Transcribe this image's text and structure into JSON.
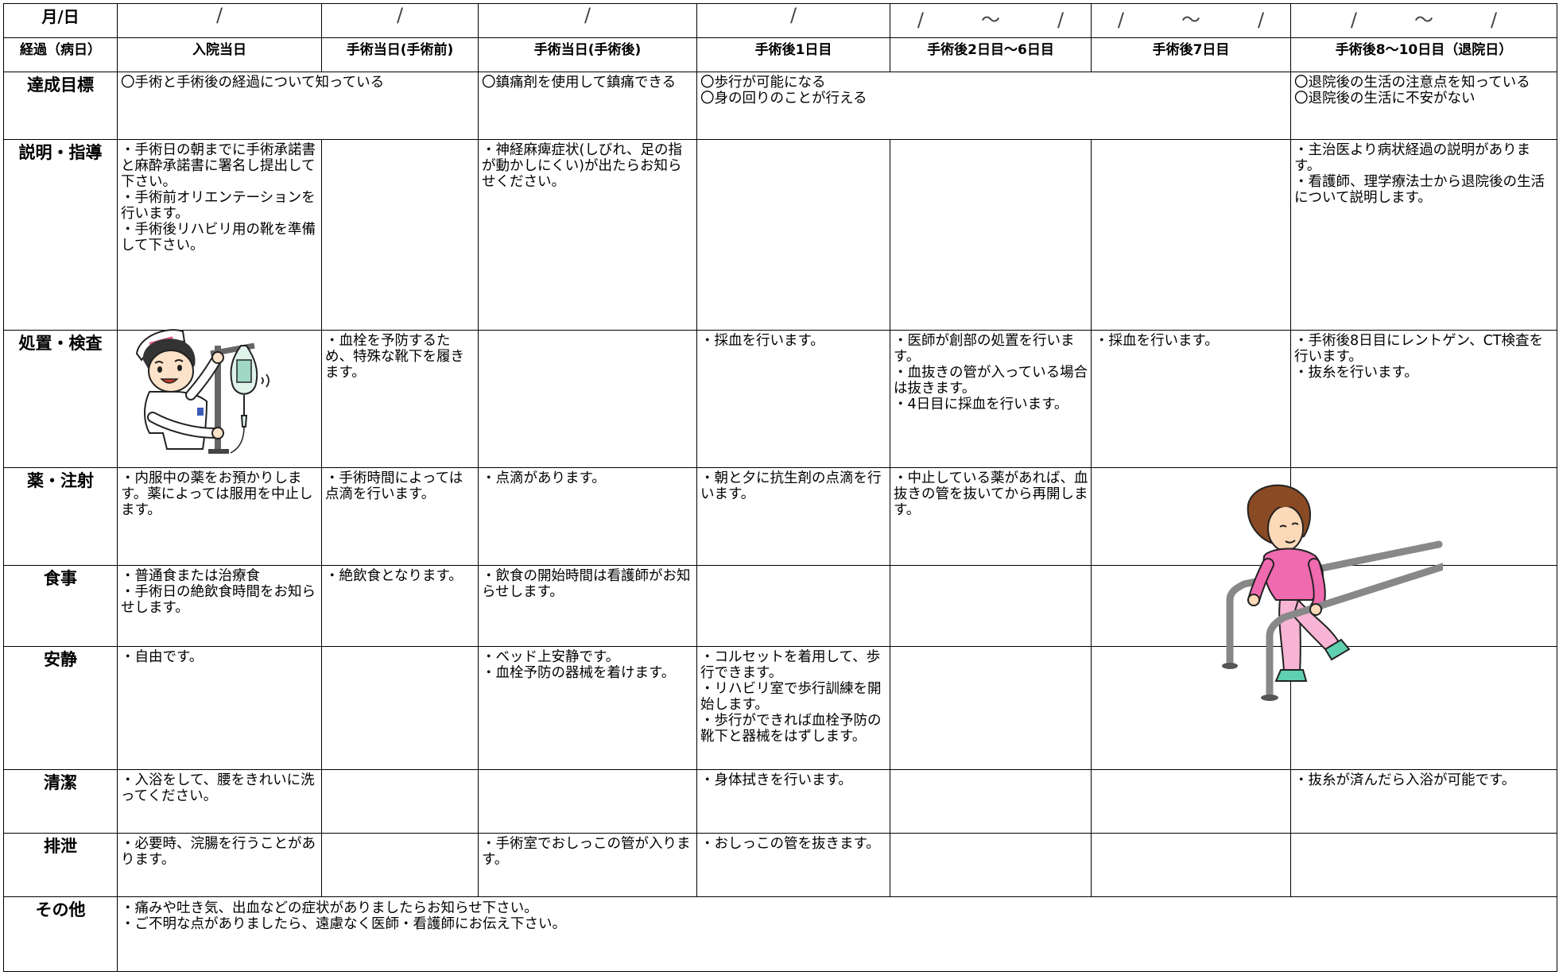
{
  "header": {
    "date_label": "月/日",
    "progress_label": "経過（病日）",
    "dates": [
      "/",
      "/",
      "/",
      "/",
      "/　　　～　　　/",
      "/　　　～　　　/",
      "/　　　～　　　/"
    ],
    "days": [
      "入院当日",
      "手術当日(手術前)",
      "手術当日(手術後)",
      "手術後1日目",
      "手術後2日目～6日目",
      "手術後7日目",
      "手術後8～10日目（退院日）"
    ]
  },
  "rows": {
    "goal": {
      "label": "達成目標",
      "admission_surgery_pre": "〇手術と手術後の経過について知っている",
      "post_op": "〇鎮痛剤を使用して鎮痛できる",
      "day1_to_7": "〇歩行が可能になる\n〇身の回りのことが行える",
      "discharge": "〇退院後の生活の注意点を知っている\n〇退院後の生活に不安がない"
    },
    "explanation": {
      "label": "説明・指導",
      "cells": [
        "・手術日の朝までに手術承諾書と麻酔承諾書に署名し提出して下さい。\n・手術前オリエンテーションを行います。\n・手術後リハビリ用の靴を準備して下さい。",
        "",
        "・神経麻痺症状(しびれ、足の指が動かしにくい)が出たらお知らせください。",
        "",
        "",
        "",
        "・主治医より病状経過の説明があります。\n・看護師、理学療法士から退院後の生活について説明します。"
      ]
    },
    "treatment": {
      "label": "処置・検査",
      "cells": [
        "",
        "・血栓を予防するため、特殊な靴下を履きます。",
        "",
        "・採血を行います。",
        "・医師が創部の処置を行います。\n・血抜きの管が入っている場合は抜きます。\n・4日目に採血を行います。",
        "・採血を行います。",
        "・手術後8日目にレントゲン、CT検査を行います。\n・抜糸を行います。"
      ]
    },
    "medication": {
      "label": "薬・注射",
      "cells": [
        "・内服中の薬をお預かりします。薬によっては服用を中止します。",
        "・手術時間によっては点滴を行います。",
        "・点滴があります。",
        "・朝と夕に抗生剤の点滴を行います。",
        "・中止している薬があれば、血抜きの管を抜いてから再開します。",
        "",
        ""
      ]
    },
    "meal": {
      "label": "食事",
      "cells": [
        "・普通食または治療食\n・手術日の絶飲食時間をお知らせします。",
        "・絶飲食となります。",
        "・飲食の開始時間は看護師がお知らせします。",
        "",
        "",
        "",
        ""
      ]
    },
    "rest": {
      "label": "安静",
      "cells": [
        "・自由です。",
        "",
        "・ベッド上安静です。\n・血栓予防の器械を着けます。",
        "・コルセットを着用して、歩行できます。\n・リハビリ室で歩行訓練を開始します。\n・歩行ができれば血栓予防の靴下と器械をはずします。",
        "",
        "",
        ""
      ]
    },
    "hygiene": {
      "label": "清潔",
      "cells": [
        "・入浴をして、腰をきれいに洗ってください。",
        "",
        "",
        "・身体拭きを行います。",
        "",
        "",
        "・抜糸が済んだら入浴が可能です。"
      ]
    },
    "excretion": {
      "label": "排泄",
      "cells": [
        "・必要時、浣腸を行うことがあります。",
        "",
        "・手術室でおしっこの管が入ります。",
        "・おしっこの管を抜きます。",
        "",
        "",
        ""
      ]
    },
    "other": {
      "label": "その他",
      "text": "・痛みや吐き気、出血などの症状がありましたらお知らせ下さい。\n・ご不明な点がありましたら、遠慮なく医師・看護師にお伝え下さい。"
    }
  }
}
